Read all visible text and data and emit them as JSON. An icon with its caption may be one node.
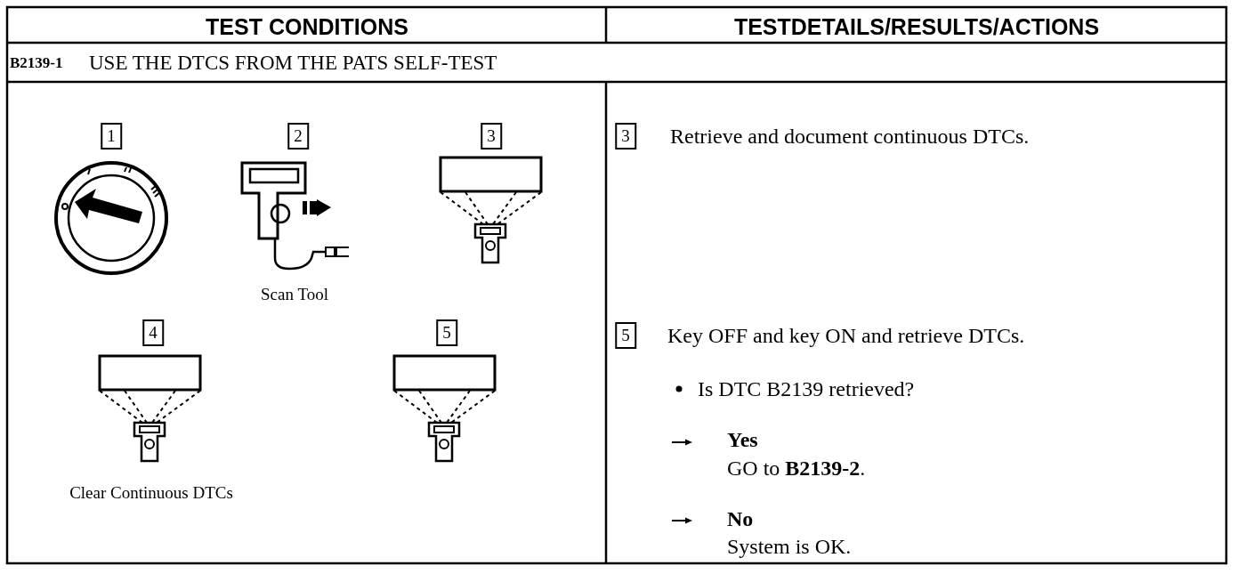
{
  "diagram": {
    "labels": [
      "TEST CONDITIONS",
      "TESTDETAILS/RESULTS/ACTIONS",
      "B2139-1",
      "USE THE DTCS FROM THE PATS SELF-TEST",
      "1",
      "2",
      "3",
      "Scan Tool",
      "4",
      "5",
      "Clear Continuous DTCs",
      "3",
      "Retrieve and document continuous DTCs.",
      "5",
      "Key OFF and key ON and retrieve DTCs.",
      "Is DTC B2139 retrieved?",
      "Yes",
      "GO to **B2139-2**.",
      "No",
      "System is OK."
    ]
  }
}
